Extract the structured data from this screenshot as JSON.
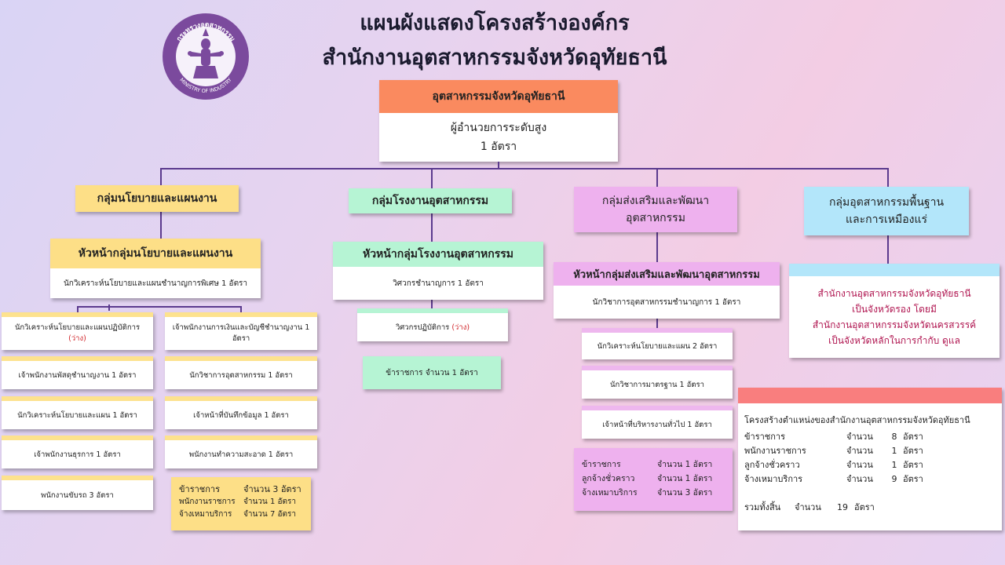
{
  "page": {
    "title_line1": "แผนผังแสดงโครงสร้างองค์กร",
    "title_line2": "สำนักงานอุตสาหกรรมจังหวัดอุทัยธานี"
  },
  "logo": {
    "top_text": "กระทรวงอุตสาหกรรม",
    "bottom_text": "MINISTRY OF INDUSTRY"
  },
  "top_box": {
    "header": "อุตสาหกรรมจังหวัดอุทัยธานี",
    "line1": "ผู้อำนวยการระดับสูง",
    "line2": "1 อัตรา"
  },
  "groups": {
    "policy": {
      "label": "กลุ่มนโยบายและแผนงาน",
      "head": "หัวหน้ากลุ่มนโยบายและแผนงาน",
      "head_desc": "นักวิเคราะห์นโยบายและแผนชำนาญการพิเศษ 1 อัตรา",
      "left": [
        {
          "text": "นักวิเคราะห์นโยบายและแผนปฏิบัติการ",
          "note": "(ว่าง)"
        },
        {
          "text": "เจ้าพนักงานพัสดุชำนาญงาน 1 อัตรา"
        },
        {
          "text": "นักวิเคราะห์นโยบายและแผน 1 อัตรา"
        },
        {
          "text": "เจ้าพนักงานธุรการ 1 อัตรา"
        },
        {
          "text": "พนักงานขับรถ 3 อัตรา"
        }
      ],
      "right": [
        {
          "text": "เจ้าพนักงานการเงินและบัญชีชำนาญงาน 1 อัตรา"
        },
        {
          "text": "นักวิชาการอุตสาหกรรม 1 อัตรา"
        },
        {
          "text": "เจ้าหน้าที่บันทึกข้อมูล 1 อัตรา"
        },
        {
          "text": "พนักงานทำความสะอาด  1 อัตรา"
        }
      ],
      "summary": [
        {
          "label": "ข้าราชการ",
          "value": "จำนวน 3 อัตรา"
        },
        {
          "label": "พนักงานราชการ",
          "value": "จำนวน 1 อัตรา"
        },
        {
          "label": "จ้างเหมาบริการ",
          "value": "จำนวน 7 อัตรา"
        }
      ]
    },
    "factory": {
      "label": "กลุ่มโรงงานอุตสาหกรรม",
      "head": "หัวหน้ากลุ่มโรงงานอุตสาหกรรม",
      "head_desc": "วิศวกรชำนาญการ 1 อัตรา",
      "sub1_text": "วิศวกรปฏิบัติการ",
      "sub1_note": "(ว่าง)",
      "sub2": "ข้าราชการ   จำนวน 1 อัตรา"
    },
    "promotion": {
      "label_line1": "กลุ่มส่งเสริมและพัฒนา",
      "label_line2": "อุตสาหกรรม",
      "head": "หัวหน้ากลุ่มส่งเสริมและพัฒนาอุตสาหกรรม",
      "head_desc": "นักวิชาการอุตสาหกรรมชำนาญการ 1 อัตรา",
      "items": [
        "นักวิเคราะห์นโยบายและแผน 2 อัตรา",
        "นักวิชาการมาตรฐาน 1 อัตรา",
        "เจ้าหน้าที่บริหารงานทั่วไป 1 อัตรา"
      ],
      "summary": [
        {
          "label": "ข้าราชการ",
          "value": "จำนวน 1 อัตรา"
        },
        {
          "label": "ลูกจ้างชั่วคราว",
          "value": "จำนวน 1 อัตรา"
        },
        {
          "label": "จ้างเหมาบริการ",
          "value": "จำนวน 3 อัตรา"
        }
      ]
    },
    "mining": {
      "label_line1": "กลุ่มอุตสาหกรรมพื้นฐาน",
      "label_line2": "และการเหมืองแร่",
      "note_lines": [
        "สำนักงานอุตสาหกรรมจังหวัดอุทัยธานี",
        "เป็นจังหวัดรอง โดยมี",
        "สำนักงานอุตสาหกรรมจังหวัดนครสวรรค์",
        "เป็นจังหวัดหลักในการกำกับ ดูแล"
      ]
    }
  },
  "staff_summary": {
    "title": "โครงสร้างตำแหน่งของสำนักงานอุตสาหกรรมจังหวัดอุทัยธานี",
    "rows": [
      {
        "label": "ข้าราชการ",
        "count_label": "จำนวน",
        "count": "8",
        "unit": "อัตรา"
      },
      {
        "label": "พนักงานราชการ",
        "count_label": "จำนวน",
        "count": "1",
        "unit": "อัตรา"
      },
      {
        "label": "ลูกจ้างชั่วคราว",
        "count_label": "จำนวน",
        "count": "1",
        "unit": "อัตรา"
      },
      {
        "label": "จ้างเหมาบริการ",
        "count_label": "จำนวน",
        "count": "9",
        "unit": "อัตรา"
      }
    ],
    "total_label": "รวมทั้งสิ้น",
    "total_count_label": "จำนวน",
    "total_count": "19",
    "total_unit": "อัตรา"
  },
  "colors": {
    "orange": "#fa8a5f",
    "yellow": "#fddf87",
    "green": "#b6f4d4",
    "pink": "#eeb1ee",
    "blue": "#b3e6fa",
    "red_header": "#f97e7e",
    "connector": "#5b3a8e"
  }
}
